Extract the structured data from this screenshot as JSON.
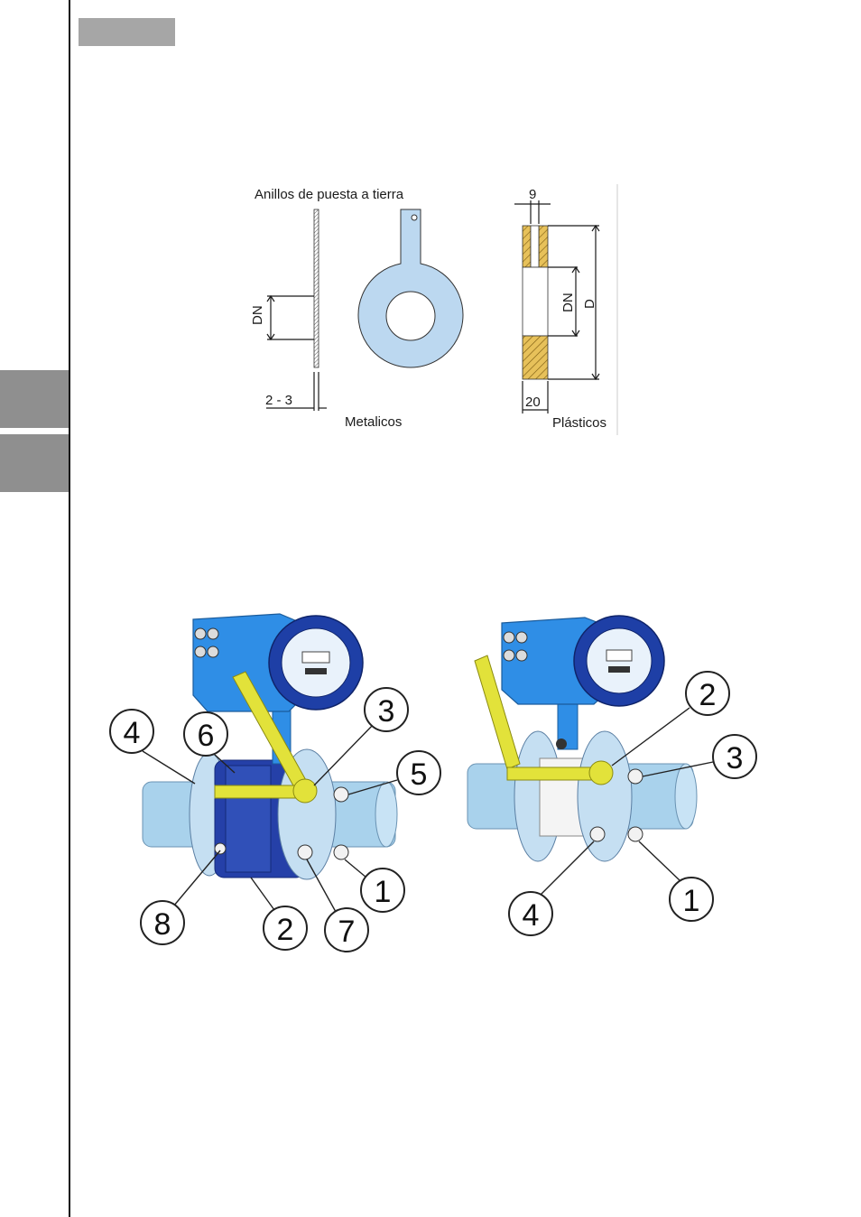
{
  "rings_figure": {
    "title": "Anillos de puesta a tierra",
    "metal_caption": "Metalicos",
    "plastic_caption": "Plásticos",
    "dn_label_left": "DN",
    "thickness_label": "2 - 3",
    "dim_9": "9",
    "dn_label_right": "DN",
    "d_label": "D",
    "dim_20": "20"
  },
  "assembly_left": {
    "callouts": [
      "4",
      "6",
      "3",
      "5",
      "8",
      "2",
      "7",
      "1"
    ]
  },
  "assembly_right": {
    "callouts": [
      "2",
      "3",
      "4",
      "1"
    ]
  },
  "colors": {
    "housing_blue": "#2f8ee6",
    "bezel_dark_blue": "#1e3fa6",
    "pipe_light_blue": "#a9d2ec",
    "flange_light": "#c5dff2",
    "body_dark_blue": "#2540a8",
    "wrench_yellow": "#e2e23a",
    "ring_metal": "#bcd8f0",
    "ring_plastic_hatch": "#e7c15a",
    "side_tab_gray": "#8f8f8f"
  }
}
